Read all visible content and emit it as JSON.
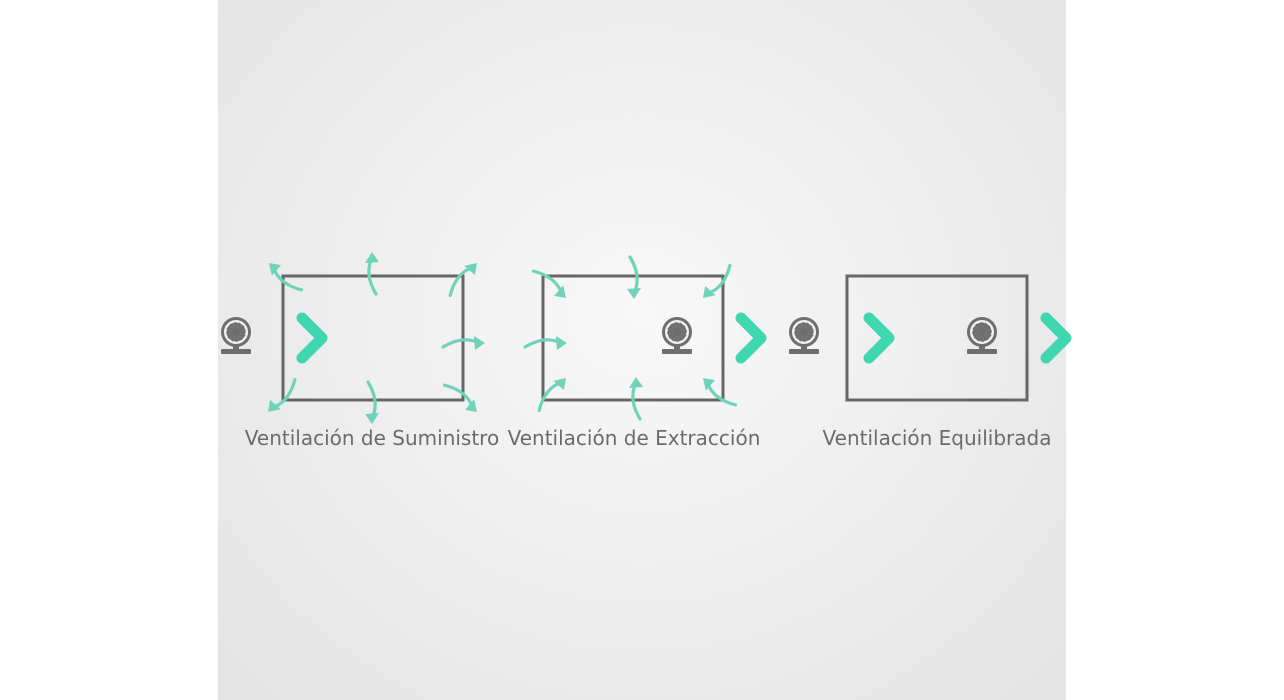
{
  "diagrams": [
    {
      "id": "supply",
      "label": "Ventilación de Suministro"
    },
    {
      "id": "extract",
      "label": "Ventilación de Extracción"
    },
    {
      "id": "balanced",
      "label": "Ventilación Equilibrada"
    }
  ],
  "colors": {
    "background": "#ececec",
    "room_outline": "#666666",
    "label_text": "#6b6b6b",
    "fan": "#6e6e6e",
    "airflow_arrow_start": "#1e8fa8",
    "airflow_arrow_end": "#3fd6b0",
    "air_leak_arrow": "#6fd3b8"
  },
  "icons": [
    "fan-icon",
    "airflow-arrow-icon",
    "air-leak-arrow-icon"
  ]
}
